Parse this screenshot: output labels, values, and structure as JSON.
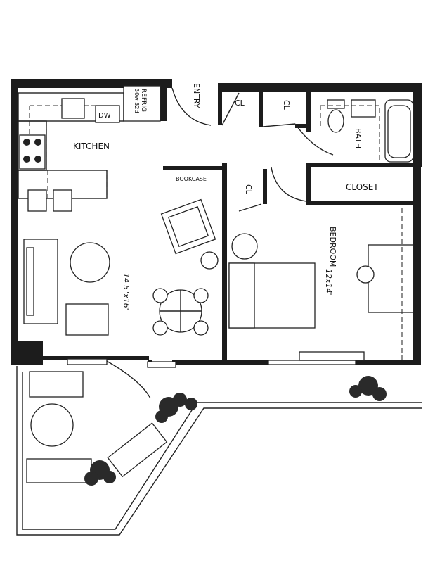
{
  "rooms": {
    "kitchen": "KITCHEN",
    "dw": "DW",
    "refrig": "REFRIG",
    "refrig_size": "30w 32d",
    "entry": "ENTRY",
    "cl_entry_1": "CL",
    "cl_entry_2": "CL",
    "bath": "BATH",
    "bookcase": "BOOKCASE",
    "cl_bedroom": "CL",
    "closet": "CLOSET",
    "bedroom": "BEDROOM",
    "bedroom_size": "12x14'",
    "living_size": "14'5\"x16'"
  }
}
